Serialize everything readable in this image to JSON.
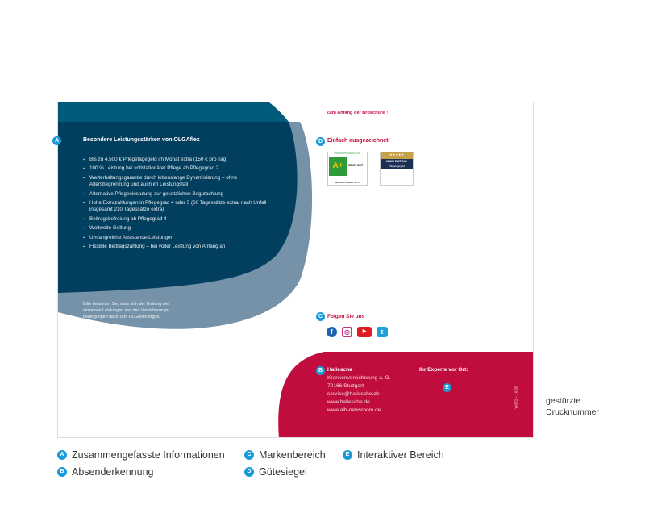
{
  "panel_a": {
    "badge": "A",
    "title": "Besondere Leistungsstärken von OLGAflex",
    "bullets": [
      "Bis zu 4.500 € Pflegetagegeld im Monat extra (150 € pro Tag)",
      "100 % Leistung bei vollstationärer Pflege ab Pflegegrad 2",
      "Werterhaltungsgarantie durch lebenslange Dynamisierung – ohne Altersbegrenzung und auch im Leistungsfall",
      "Alternative Pflegeeinstufung zur gesetzlichen Begutachtung",
      "Hohe Extrazahlungen in Pflegegrad 4 oder 5 (60 Tagessätze extra/ nach Unfall insgesamt 210 Tagessätze extra)",
      "Beitragsbefreiung ab Pflegegrad 4",
      "Weltweite Geltung",
      "Umfangreiche Assistance-Leistungen",
      "Flexible Beitragszahlung – bei voller Leistung von Anfang an"
    ],
    "note": "Bitte beachten Sie, dass sich der Umfang der einzelnen Leistungen aus den Versicherungs- bedingungen nach Tarif OLGAflex ergibt."
  },
  "top_link": "Zum Anfang der Broschüre ↑",
  "awards": {
    "badge": "D",
    "title": "Einfach ausgezeichnet!",
    "seal1_top": "UNTERNEHMENSQUALITÄT",
    "seal1_grade": "SEHR GUT",
    "seal1_bottom": "Seit 1996 »SEHR GUT«",
    "seal2_stars": "★★★★★",
    "seal2_title": "M&M RATING",
    "seal2_sub": "Pflegetagegeld"
  },
  "social": {
    "badge": "C",
    "title": "Folgen Sie uns",
    "icons": [
      "facebook-icon",
      "instagram-icon",
      "youtube-icon",
      "twitter-icon"
    ]
  },
  "sender": {
    "badge": "B",
    "name": "Hallesche",
    "lines": [
      "Krankenversicherung a. G.",
      "70166 Stuttgart",
      "service@hallesche.de",
      "www.hallesche.de",
      "www.alh-newsroom.de"
    ]
  },
  "expert": {
    "title": "Ihr Experte vor Ort:",
    "badge": "E"
  },
  "print_number": "W272 – 10.20",
  "annotation": "gestürzte Drucknummer",
  "legend": [
    {
      "badge": "A",
      "label": "Zusammengefasste Informationen"
    },
    {
      "badge": "B",
      "label": "Absenderkennung"
    },
    {
      "badge": "C",
      "label": "Markenbereich"
    },
    {
      "badge": "D",
      "label": "Gütesiegel"
    },
    {
      "badge": "E",
      "label": "Interaktiver Bereich"
    }
  ],
  "colors": {
    "navy": "#023f5f",
    "teal": "#005b7a",
    "slate": "#7592a9",
    "red": "#c00d3d",
    "badge": "#1a9ad9"
  }
}
